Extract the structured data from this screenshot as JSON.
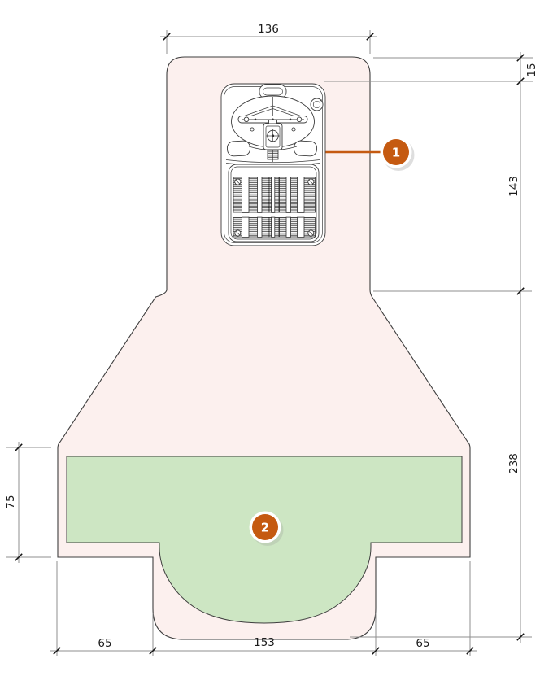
{
  "drawing": {
    "dimensions": {
      "top_width": "136",
      "unit_offset": "15",
      "unit_length": "143",
      "body_length": "238",
      "zone_side_depth": "75",
      "bottom_left_width": "65",
      "bottom_center_width": "153",
      "bottom_right_width": "65"
    },
    "callouts": [
      {
        "label": "1"
      },
      {
        "label": "2"
      }
    ],
    "colors": {
      "body_fill": "#fcf0ee",
      "zone_fill": "#cde6c3",
      "outline": "#3e3e3e",
      "dimension_line": "#8f8f8f",
      "accent": "#c55a11"
    }
  }
}
